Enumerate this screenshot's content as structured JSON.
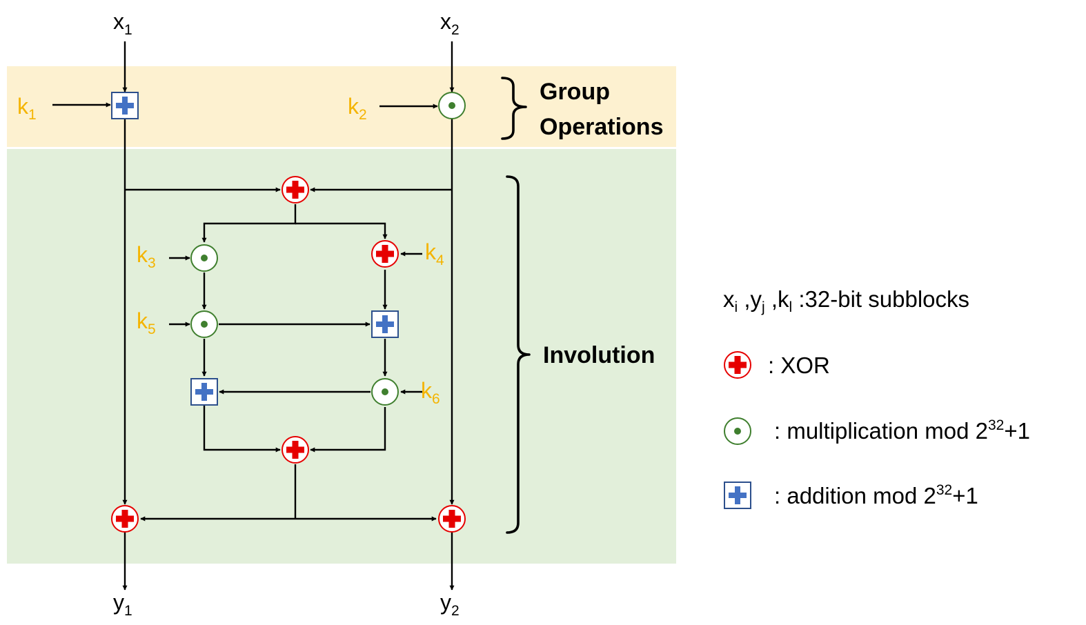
{
  "inputs": [
    {
      "base": "x",
      "sub": "1"
    },
    {
      "base": "x",
      "sub": "2"
    }
  ],
  "outputs": [
    {
      "base": "y",
      "sub": "1"
    },
    {
      "base": "y",
      "sub": "2"
    }
  ],
  "keys": [
    {
      "base": "k",
      "sub": "1"
    },
    {
      "base": "k",
      "sub": "2"
    },
    {
      "base": "k",
      "sub": "3"
    },
    {
      "base": "k",
      "sub": "4"
    },
    {
      "base": "k",
      "sub": "5"
    },
    {
      "base": "k",
      "sub": "6"
    }
  ],
  "sections": {
    "group_line1": "Group",
    "group_line2": "Operations",
    "involution": "Involution"
  },
  "legend": {
    "subblocks": {
      "x": "x",
      "x_sub": "i",
      "sep1": " ,",
      "y": "y",
      "y_sub": "j",
      "sep2": " ,",
      "k": "k",
      "k_sub": "l",
      "text": " :32-bit subblocks"
    },
    "xor": ": XOR",
    "mult": {
      "text": ": multiplication mod 2",
      "sup": "32",
      "tail": "+1"
    },
    "add": {
      "text": ": addition mod 2",
      "sup": "32",
      "tail": "+1"
    }
  },
  "colors": {
    "group_band": "#fdf1d0",
    "involution_band": "#e2efda",
    "xor": "#e60000",
    "mult": "#3f7f2e",
    "add_border": "#2c4f8c",
    "add_cross": "#4472c4",
    "key": "#f4b400"
  },
  "icons": {
    "xor": "red-plus-in-circle",
    "mult": "dot-in-circle",
    "add": "blue-plus-in-square"
  }
}
